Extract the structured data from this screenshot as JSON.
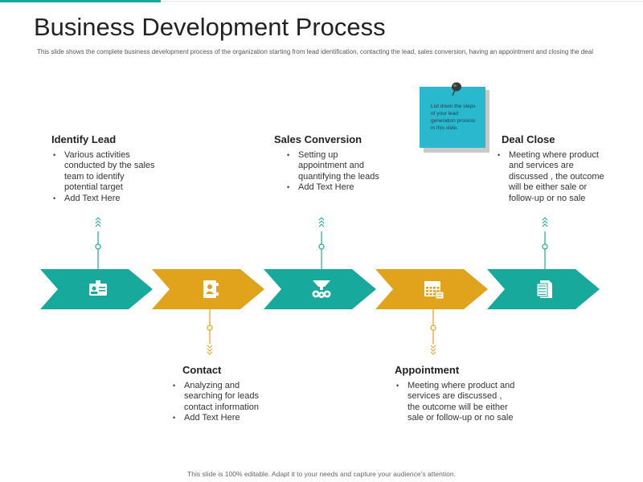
{
  "slide": {
    "title": "Business Development Process",
    "subtitle": "This slide shows the complete business development process of the organization starting from lead identification, contacting the lead, sales conversion, having an appointment and closing the deal",
    "footer": "This slide is 100% editable. Adapt it to your needs and capture your audience’s attention."
  },
  "colors": {
    "teal": "#17a99b",
    "gold": "#e0a31b",
    "note_blue": "#2ab8cf"
  },
  "stages": [
    {
      "title": "Identify Lead",
      "icon": "id-badge-icon",
      "color": "teal",
      "position": "top",
      "bullets": [
        "Various activities conducted by the sales team to identify potential target",
        "Add Text Here"
      ]
    },
    {
      "title": "Contact",
      "icon": "address-book-icon",
      "color": "gold",
      "position": "bottom",
      "bullets": [
        "Analyzing and searching for leads contact information",
        "Add Text Here"
      ]
    },
    {
      "title": "Sales Conversion",
      "icon": "funnel-gears-icon",
      "color": "teal",
      "position": "top",
      "bullets": [
        "Setting up appointment and quantifying the leads",
        "Add Text Here"
      ]
    },
    {
      "title": "Appointment",
      "icon": "calendar-icon",
      "color": "gold",
      "position": "bottom",
      "bullets": [
        "Meeting where product and services are discussed  , the outcome will be either sale or follow-up or no sale"
      ]
    },
    {
      "title": "Deal Close",
      "icon": "document-icon",
      "color": "teal",
      "position": "top",
      "bullets": [
        "Meeting where product and services are discussed  , the outcome will be either sale or follow-up or no sale"
      ]
    }
  ],
  "sticky_note": {
    "text": "List down the steps of your lead generation process in this slide."
  }
}
